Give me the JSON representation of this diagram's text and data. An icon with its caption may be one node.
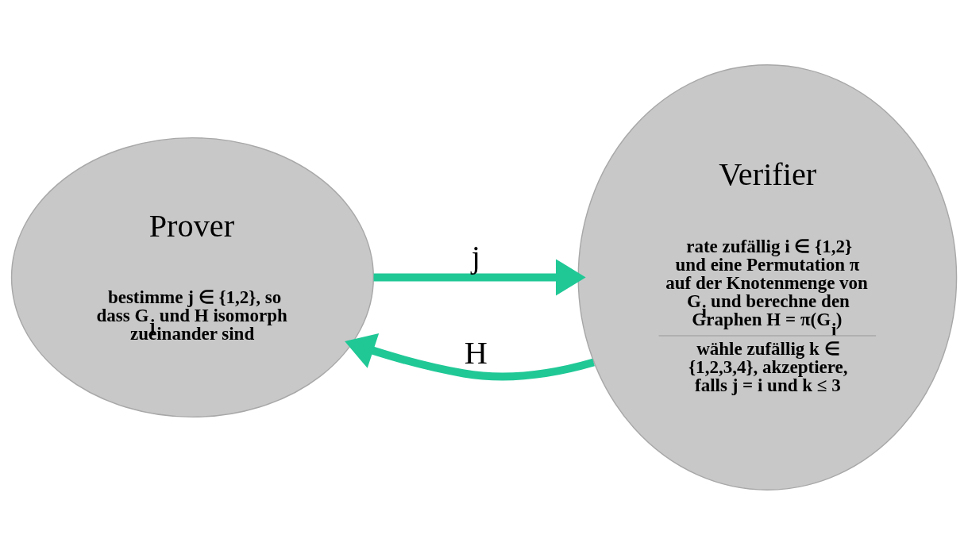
{
  "diagram": {
    "nodes": [
      {
        "text": [
          "Prover",
          "bestimme j ∈ {1,2}, so dass G$_{j}$ und H isomorph zueinander sind"
        ]
      },
      {
        "text": [
          "Verifier",
          "rate zufällig i ∈ {1,2} und eine Permutation π auf der Knotenmenge von G$_{i}$ und berechne den Graphen H = π(G$_{i}$)",
          "wähle zufällig k ∈ {1,2,3,4}, akzeptiere, falls j = i und k ≤ 3"
        ]
      }
    ],
    "edges": [
      {
        "from": 1,
        "to": 0,
        "arrow": "to",
        "label": "H"
      },
      {
        "from": 0,
        "to": 1,
        "arrow": "to",
        "label": "j"
      }
    ]
  }
}
